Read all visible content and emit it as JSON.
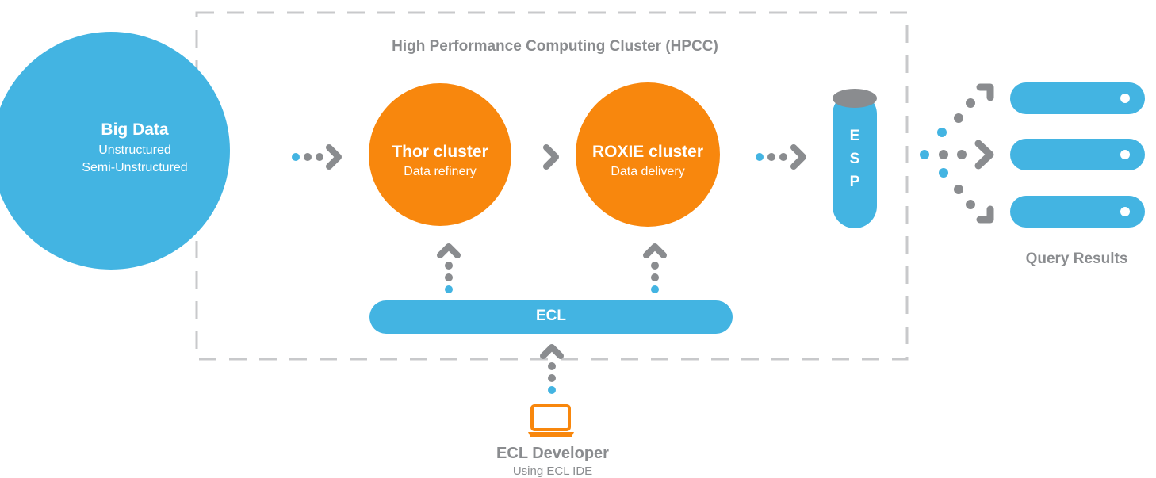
{
  "hpcc": {
    "title": "High Performance Computing Cluster (HPCC)"
  },
  "big_data": {
    "title": "Big Data",
    "lines": [
      "Unstructured",
      "Semi-Unstructured"
    ]
  },
  "thor": {
    "title": "Thor cluster",
    "subtitle": "Data refinery"
  },
  "roxie": {
    "title": "ROXIE cluster",
    "subtitle": "Data delivery"
  },
  "esp": {
    "letters": [
      "E",
      "S",
      "P"
    ]
  },
  "ecl": {
    "label": "ECL"
  },
  "query_results": {
    "label": "Query Results",
    "count": 3
  },
  "developer": {
    "title": "ECL Developer",
    "subtitle": "Using ECL IDE",
    "icon": "laptop-icon"
  },
  "colors": {
    "blue": "#43b4e2",
    "orange": "#f8870d",
    "gray": "#8a8c8f",
    "dash_gray": "#c8c9cb"
  }
}
